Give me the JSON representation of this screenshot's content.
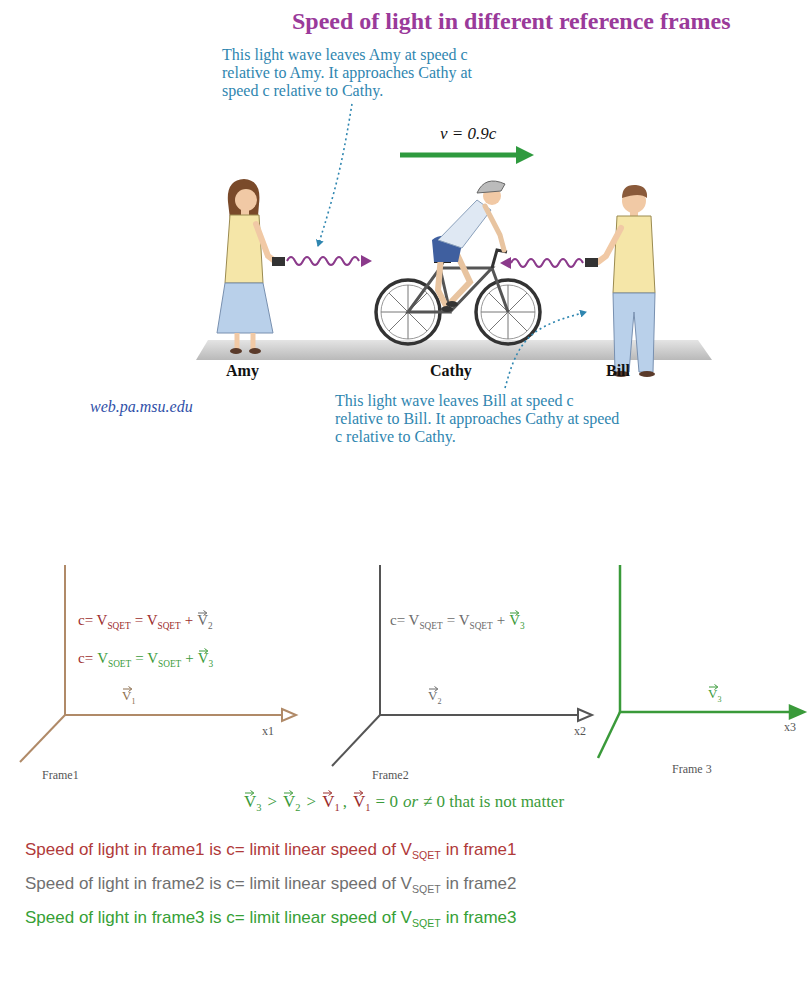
{
  "diagram": {
    "title": "Speed of light in different reference frames",
    "labels": [
      "This light wave leaves Amy at speed c relative to Amy. It approaches Cathy at speed c relative to Cathy.",
      "v = 0.9c",
      "Amy",
      "Cathy",
      "Bill",
      "web.pa.msu.edu",
      "This light wave leaves Bill at speed c relative to Bill. It approaches Cathy at speed c relative to Cathy.",
      "c= V",
      "SQET",
      "= V",
      "SQET",
      "+",
      "V",
      "2",
      "c=",
      "V",
      "SOET",
      "= V",
      "SOET",
      "+",
      "V",
      "3",
      "c= V",
      "SQET",
      "= V",
      "SQET",
      "+",
      "V",
      "3",
      "V",
      "1",
      "x1",
      "Frame1",
      "V",
      "2",
      "x2",
      "Frame2",
      "V",
      "3",
      "x3",
      "Frame 3",
      "V",
      "3",
      ">",
      "V",
      "2",
      ">",
      "V",
      "1",
      ",",
      "V",
      "1",
      "= 0",
      "or",
      "≠ 0 that is not matter",
      "Speed of light in frame1 is c= limit linear speed of V",
      "SQET",
      "in frame1",
      "Speed of light in frame2 is c= limit linear speed of V",
      "SQET",
      "in frame2",
      "Speed of light in frame3 is c= limit linear speed of V",
      "SQET",
      "in frame3"
    ]
  }
}
